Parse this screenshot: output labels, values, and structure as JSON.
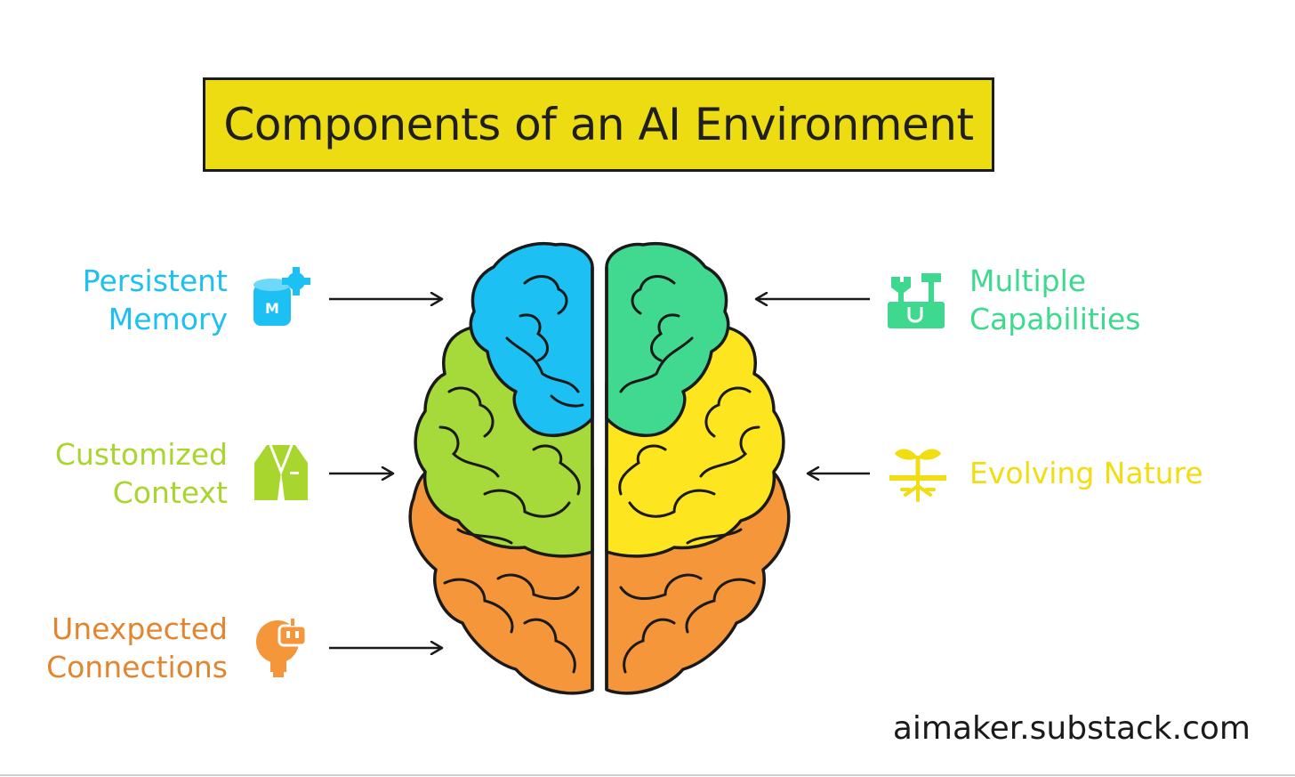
{
  "title": "Components of an AI Environment",
  "footer": "aimaker.substack.com",
  "components": {
    "persistent_memory": {
      "line1": "Persistent",
      "line2": "Memory",
      "color": "#1cc0f3",
      "icon": "memory-jar-icon"
    },
    "customized_context": {
      "line1": "Customized",
      "line2": "Context",
      "color": "#a9d62e",
      "icon": "suit-jacket-icon"
    },
    "unexpected_connections": {
      "line1": "Unexpected",
      "line2": "Connections",
      "color": "#e3852e",
      "icon": "robot-lightbulb-icon"
    },
    "multiple_capabilities": {
      "line1": "Multiple",
      "line2": "Capabilities",
      "color": "#3ed98f",
      "icon": "toolbox-icon"
    },
    "evolving_nature": {
      "line1": "Evolving Nature",
      "color": "#f2dc12",
      "icon": "sprout-icon"
    }
  }
}
